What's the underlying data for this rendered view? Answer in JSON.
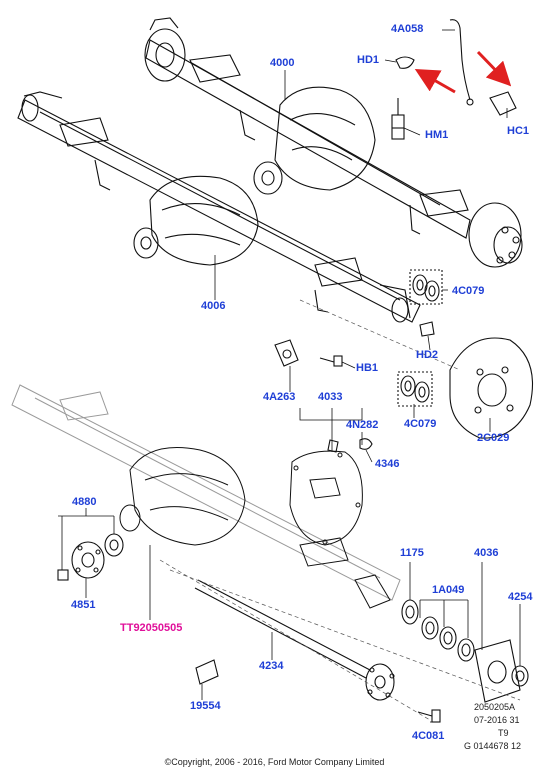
{
  "diagram": {
    "colors": {
      "label": "#1f3fd6",
      "label_highlight": "#e0109a",
      "line": "#111111",
      "ghost": "#9a9a9a",
      "arrow": "#e02020"
    },
    "labels": {
      "l4A058": "4A058",
      "lHD1": "HD1",
      "lHM1": "HM1",
      "lHC1": "HC1",
      "l4000": "4000",
      "l4006": "4006",
      "l4C079a": "4C079",
      "lHD2": "HD2",
      "l4A263": "4A263",
      "lHB1": "HB1",
      "l4033": "4033",
      "l4N282": "4N282",
      "l4346": "4346",
      "l4C079b": "4C079",
      "l2C029": "2C029",
      "l4880": "4880",
      "l4851": "4851",
      "l1175": "1175",
      "l4036": "4036",
      "l1A049": "1A049",
      "l4254": "4254",
      "lTT": "TT92050505",
      "l4234": "4234",
      "l19554": "19554",
      "l4C081": "4C081"
    },
    "meta": {
      "ref1": "2050205A",
      "ref2": "07-2016 31",
      "ref3": "T9",
      "ref4": "G 0144678 12"
    },
    "copyright": "©Copyright, 2006 - 2016, Ford Motor Company Limited"
  }
}
